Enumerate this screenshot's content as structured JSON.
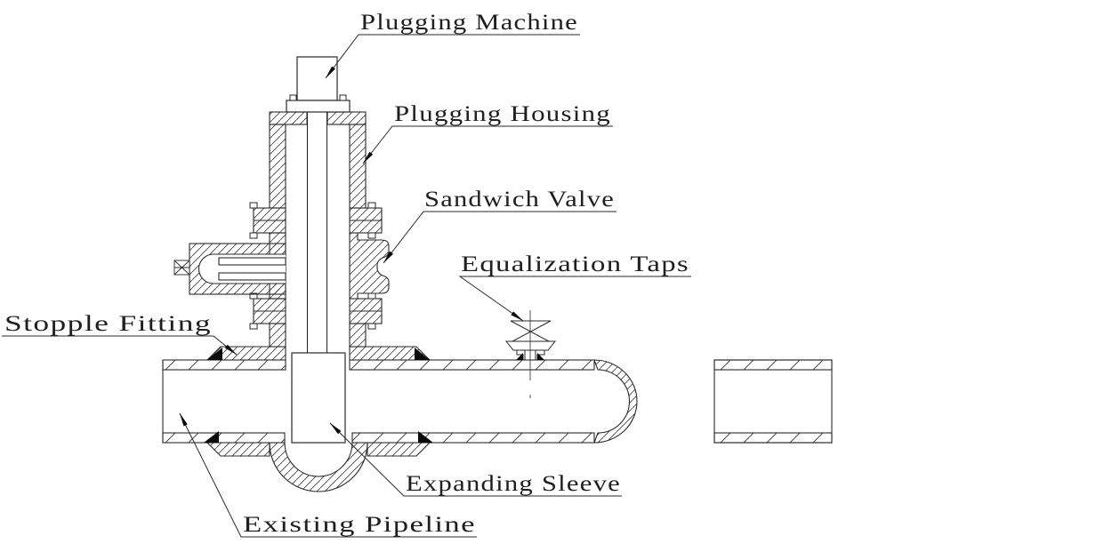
{
  "diagram": {
    "labels": {
      "plugging_machine": "Plugging Machine",
      "plugging_housing": "Plugging Housing",
      "sandwich_valve": "Sandwich Valve",
      "equalization_taps": "Equalization Taps",
      "stopple_fitting": "Stopple Fitting",
      "expanding_sleeve": "Expanding Sleeve",
      "existing_pipeline": "Existing Pipeline"
    },
    "colors": {
      "line": "#2a2a2a",
      "hatch": "#3a3a3a",
      "weld": "#0a0a0a",
      "background": "#ffffff"
    }
  }
}
